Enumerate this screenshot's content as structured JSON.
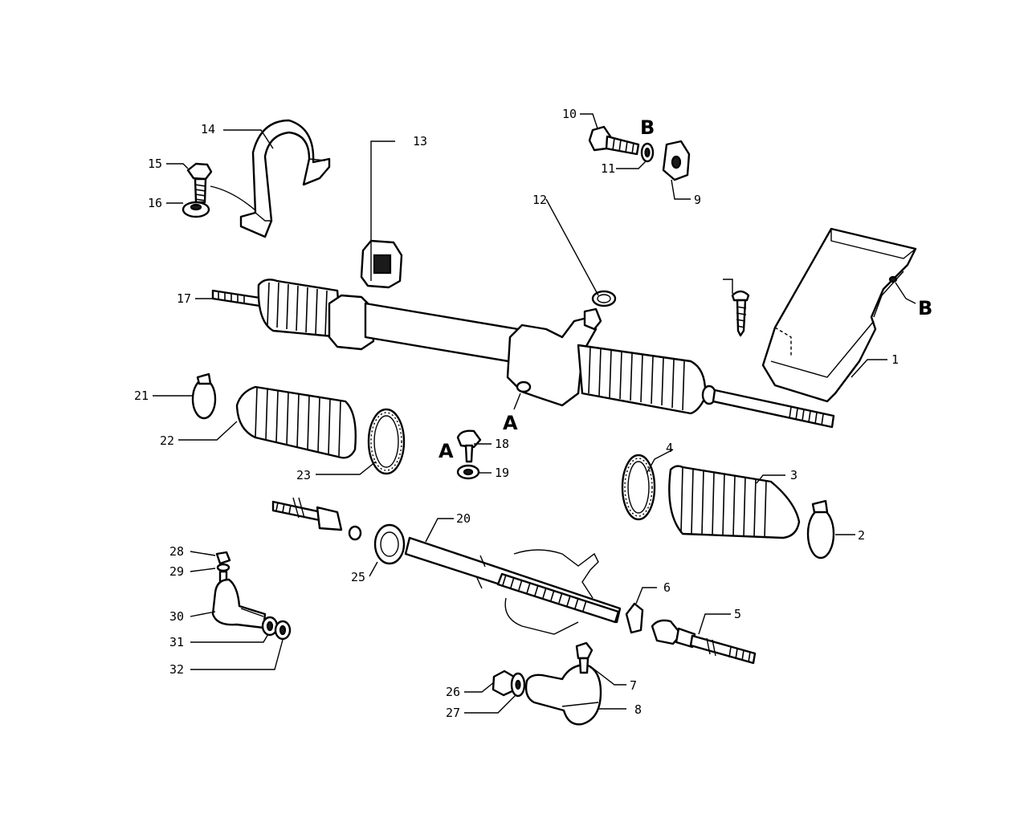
{
  "diagram": {
    "callouts": {
      "c1": "1",
      "c2": "2",
      "c3": "3",
      "c4": "4",
      "c5": "5",
      "c6": "6",
      "c7": "7",
      "c8": "8",
      "c9": "9",
      "c10": "10",
      "c11": "11",
      "c12": "12",
      "c13": "13",
      "c14": "14",
      "c15": "15",
      "c16": "16",
      "c17": "17",
      "c18": "18",
      "c19": "19",
      "c20": "20",
      "c21": "21",
      "c22": "22",
      "c23": "23",
      "c25": "25",
      "c26": "26",
      "c27": "27",
      "c28": "28",
      "c29": "29",
      "c30": "30",
      "c31": "31",
      "c32": "32"
    },
    "refs": {
      "a1": "A",
      "a2": "A",
      "b1": "B",
      "b2": "B"
    }
  }
}
